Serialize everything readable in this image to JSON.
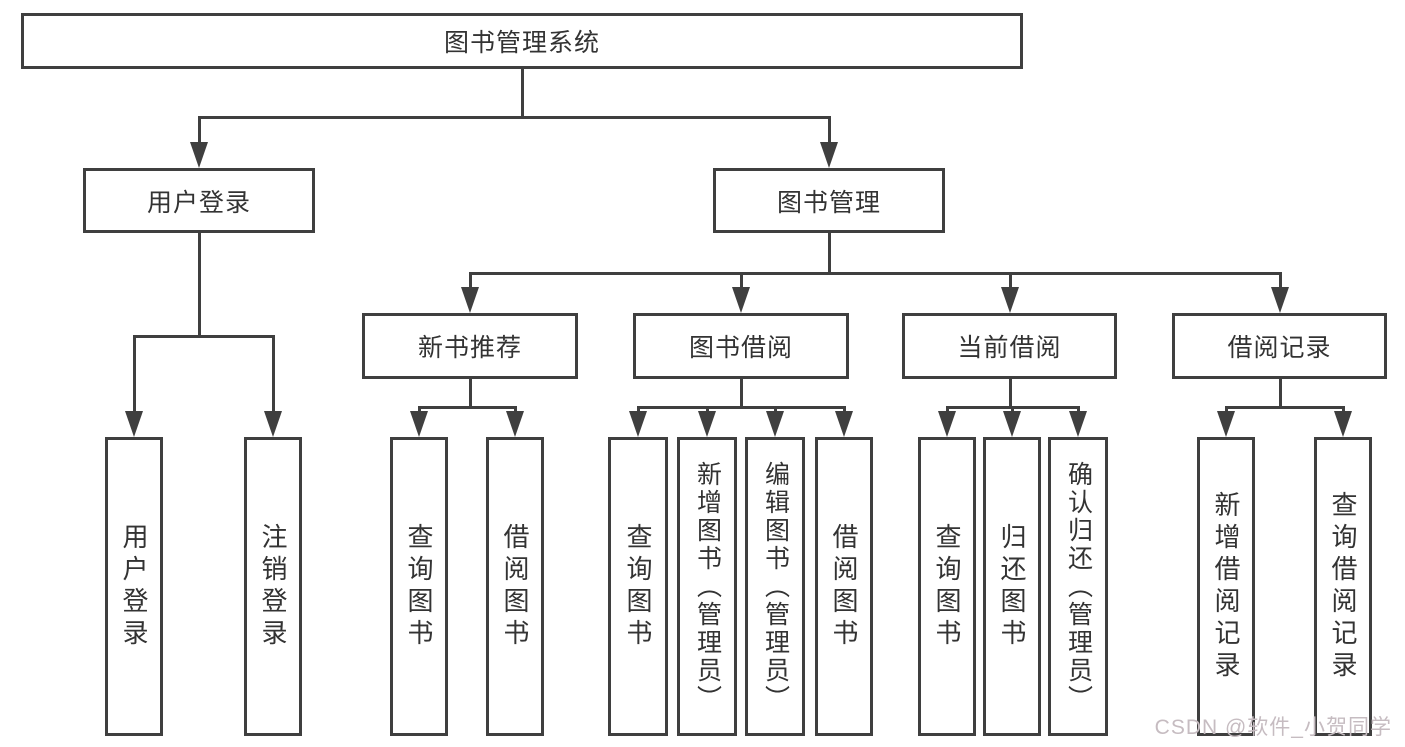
{
  "root": {
    "label": "图书管理系统"
  },
  "branches": [
    {
      "label": "用户登录",
      "leaves": [
        "用户登录",
        "注销登录"
      ]
    },
    {
      "label": "图书管理",
      "groups": [
        {
          "label": "新书推荐",
          "leaves": [
            "查询图书",
            "借阅图书"
          ]
        },
        {
          "label": "图书借阅",
          "leaves": [
            "查询图书",
            "新增图书（管理员）",
            "编辑图书（管理员）",
            "借阅图书"
          ]
        },
        {
          "label": "当前借阅",
          "leaves": [
            "查询图书",
            "归还图书",
            "确认归还（管理员）"
          ]
        },
        {
          "label": "借阅记录",
          "leaves": [
            "新增借阅记录",
            "查询借阅记录"
          ]
        }
      ]
    }
  ],
  "watermark": {
    "text": "CSDN @软件_小贺同学",
    "color": "#c6bcc1"
  },
  "colors": {
    "line": "#3f3f3f",
    "text": "#333333",
    "background": "#ffffff"
  }
}
